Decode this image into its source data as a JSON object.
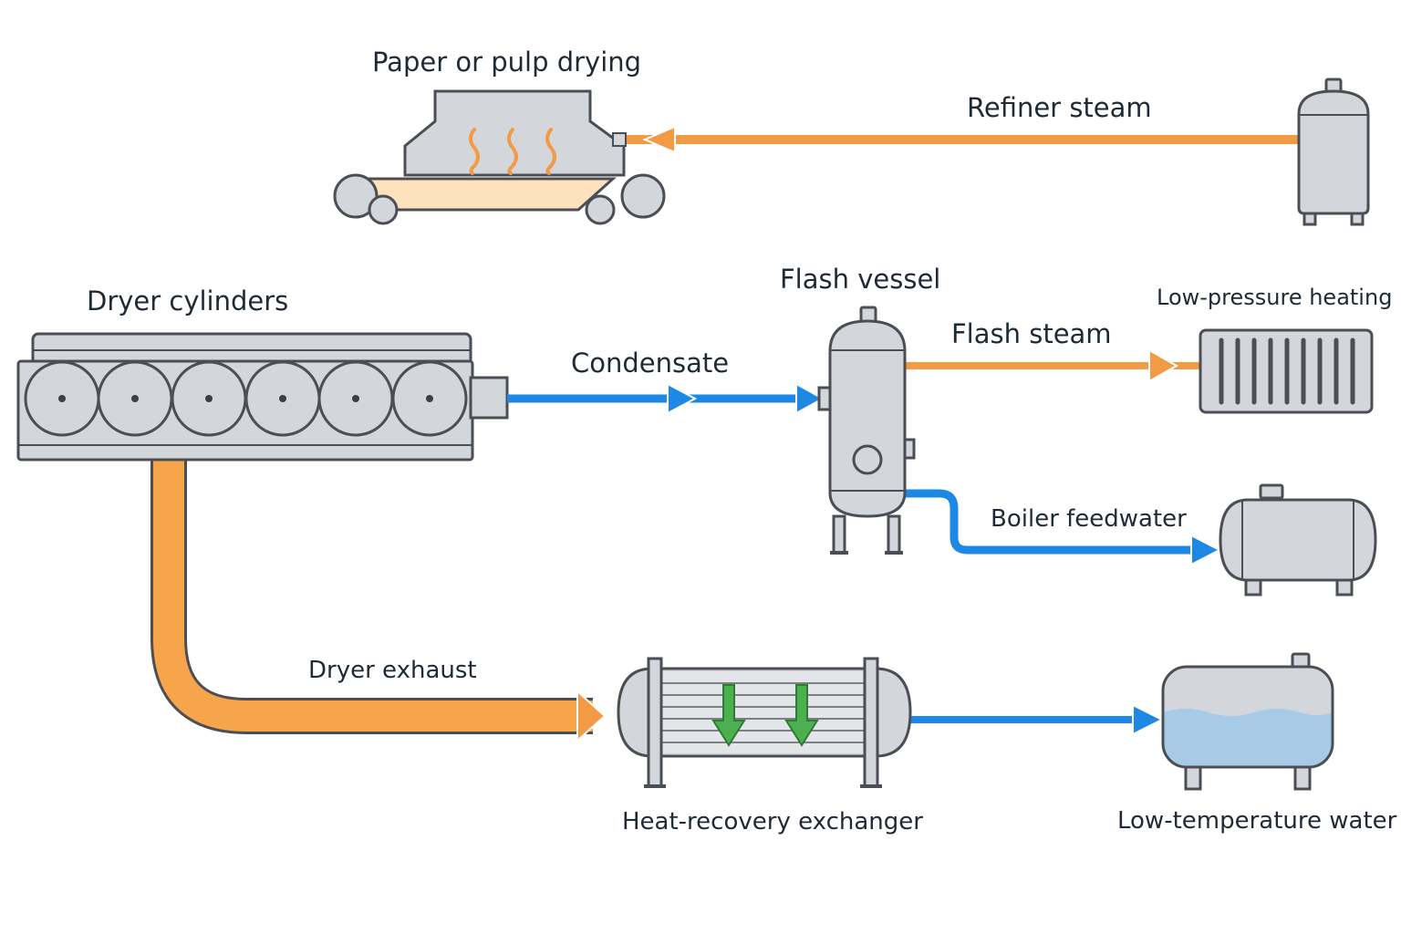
{
  "labels": {
    "paper_drying": "Paper or pulp drying",
    "refiner_steam": "Refiner steam",
    "dryer_cylinders": "Dryer cylinders",
    "flash_vessel": "Flash vessel",
    "low_pressure_heating": "Low-pressure heating",
    "condensate": "Condensate",
    "flash_steam": "Flash steam",
    "boiler_feedwater": "Boiler feedwater",
    "dryer_exhaust": "Dryer exhaust",
    "heat_recovery_exchanger": "Heat-recovery exchanger",
    "low_temperature_water": "Low-temperature water"
  },
  "colors": {
    "steam": "#f39a45",
    "water": "#1e88e5",
    "equipment": "#d3d6da",
    "outline": "#4b4f55",
    "heat_arrow": "#4caf50",
    "tank_water": "#a7cbe6",
    "dryer_bed": "#fde2bd"
  }
}
